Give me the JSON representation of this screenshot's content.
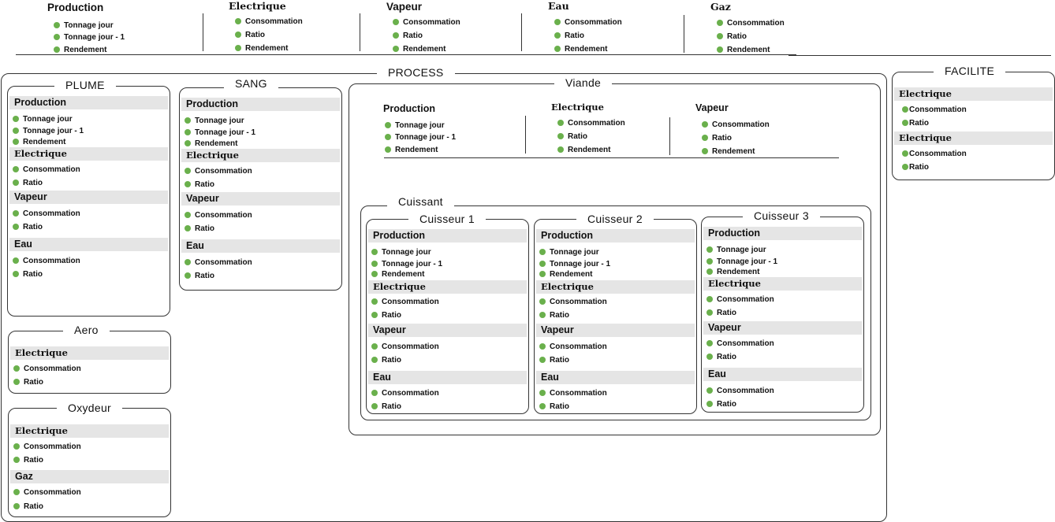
{
  "colors": {
    "dot": "#6ab04c",
    "header_bg": "#e5e5e5",
    "border": "#333333"
  },
  "icons": {
    "bullet": "green-dot-icon"
  },
  "labels": {
    "production": "Production",
    "electrique": "Electrique",
    "vapeur": "Vapeur",
    "eau": "Eau",
    "gaz": "Gaz",
    "tonnage_jour": "Tonnage jour",
    "tonnage_jour_1": "Tonnage jour - 1",
    "rendement": "Rendement",
    "consommation": "Consommation",
    "ratio": "Ratio"
  },
  "titles": {
    "process": "PROCESS",
    "facilite": "FACILITE",
    "plume": "PLUME",
    "sang": "SANG",
    "aero": "Aero",
    "oxydeur": "Oxydeur",
    "viande": "Viande",
    "cuissant": "Cuissant",
    "cuisseur1": "Cuisseur 1",
    "cuisseur2": "Cuisseur 2",
    "cuisseur3": "Cuisseur 3"
  }
}
